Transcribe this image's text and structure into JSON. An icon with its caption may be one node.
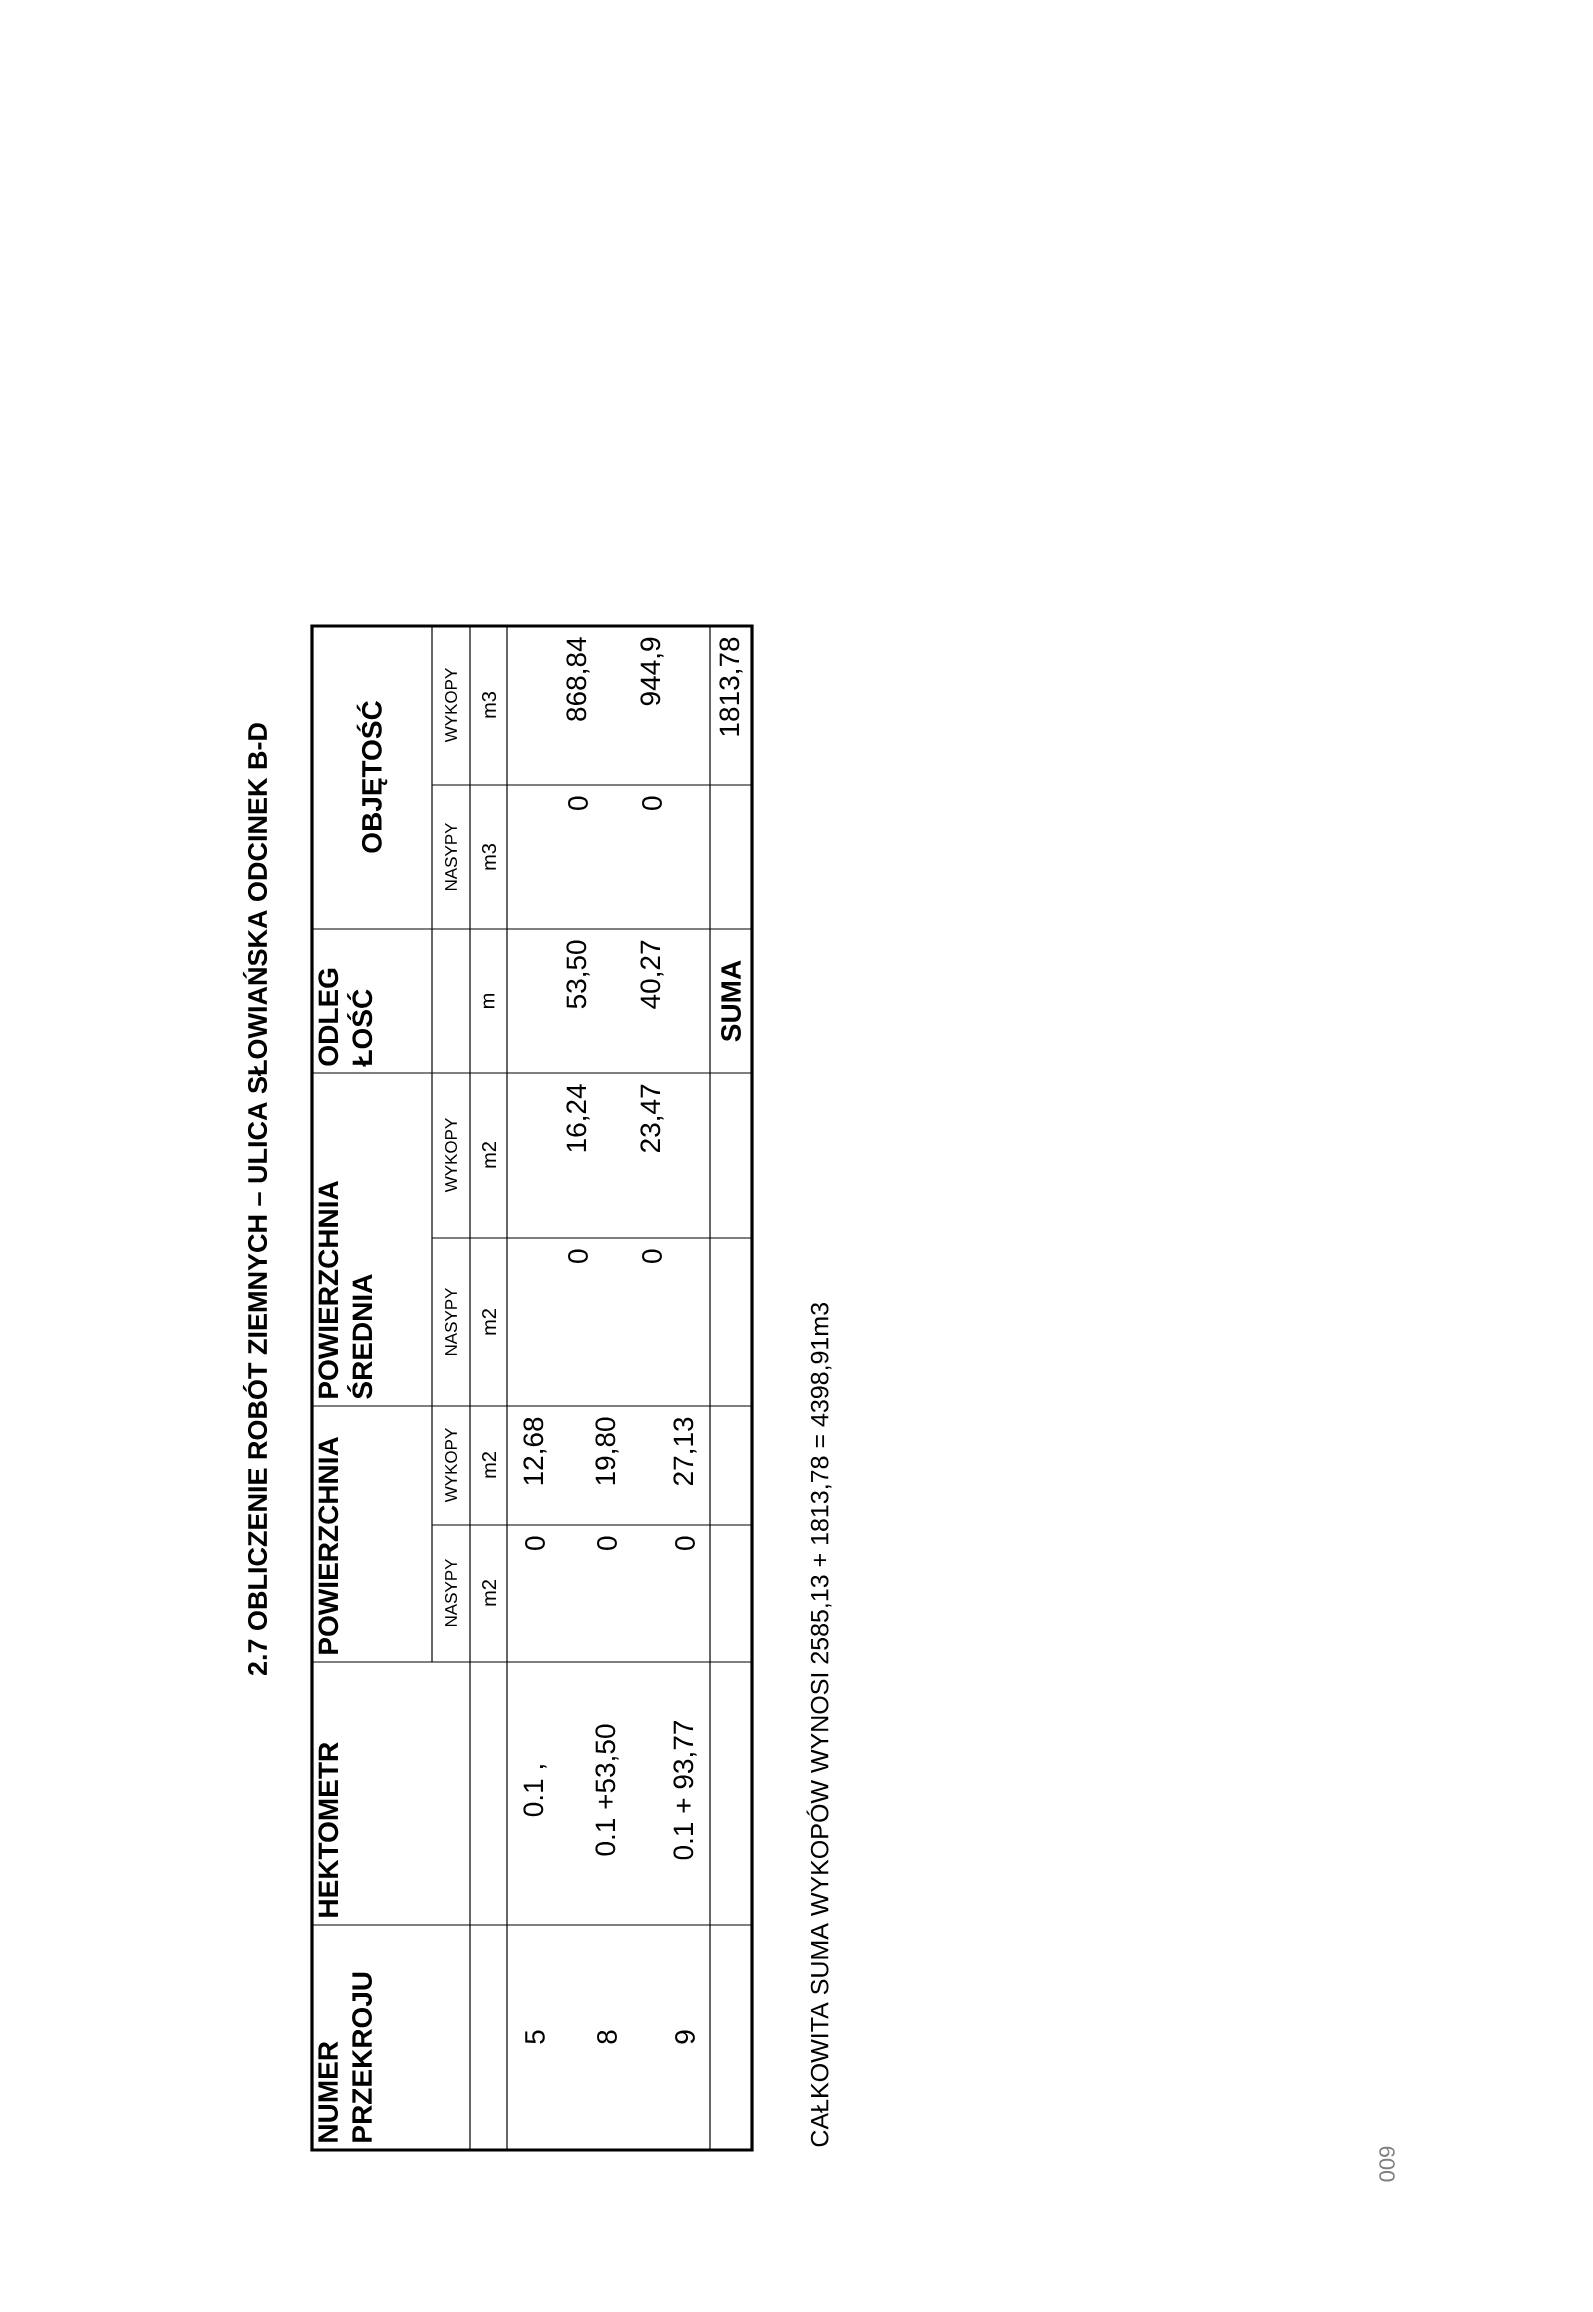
{
  "diagram": {
    "title": "2.7 OBLICZENIE ROBÓT ZIEMNYCH – ULICA SŁOWIAŃSKA ODCINEK B-D",
    "labels": [
      "NUMER PRZEKROJU",
      "HEKTOMETR",
      "POWIERZCHNIA",
      "POWIERZCHNIA ŚREDNIA",
      "ODLEG ŁOŚĆ",
      "OBJĘTOŚĆ",
      "NASYPY",
      "WYKOPY",
      "NASYPY",
      "WYKOPY",
      "NASYPY",
      "WYKOPY",
      "m2",
      "m2",
      "m2",
      "m2",
      "m",
      "m3",
      "m3",
      "5",
      "0.1 ,",
      "0",
      "12,68",
      "0",
      "16,24",
      "53,50",
      "0",
      "868,84",
      "8",
      "0.1 +53,50",
      "0",
      "19,80",
      "0",
      "23,47",
      "40,27",
      "0",
      "944,9",
      "9",
      "0.1 + 93,77",
      "0",
      "27,13",
      "SUMA",
      "1813,78",
      "CAŁKOWITA SUMA WYKOPÓW WYNOSI 2585,13 + 1813,78 = 4398,91m3",
      "009"
    ]
  }
}
